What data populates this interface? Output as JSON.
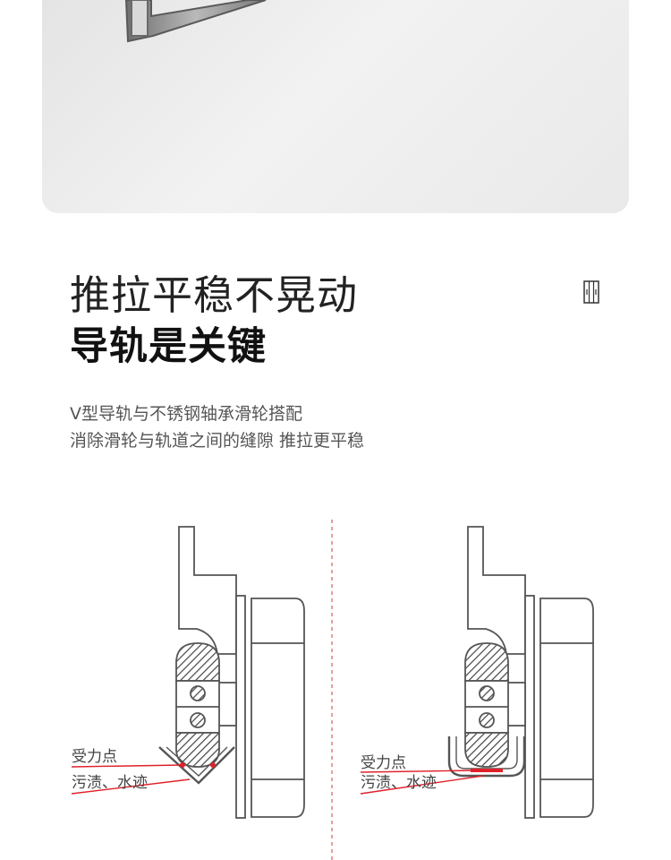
{
  "headline": "推拉平稳不晃动",
  "subheadline": "导轨是关键",
  "description_lines": [
    "V型导轨与不锈钢轴承滑轮搭配",
    "消除滑轮与轨道之间的缝隙 推拉更平稳"
  ],
  "diagram_labels": {
    "left": {
      "force_point": "受力点",
      "stains": "污渍、水迹"
    },
    "right": {
      "force_point": "受力点",
      "stains": "污渍、水迹"
    }
  },
  "icons": {
    "header_icon": "sliding-door-icon"
  },
  "colors": {
    "accent_red": "#e0202a",
    "divider": "#e87a7a",
    "outline": "#555555",
    "headline": "#222222",
    "body_text": "#555555"
  }
}
